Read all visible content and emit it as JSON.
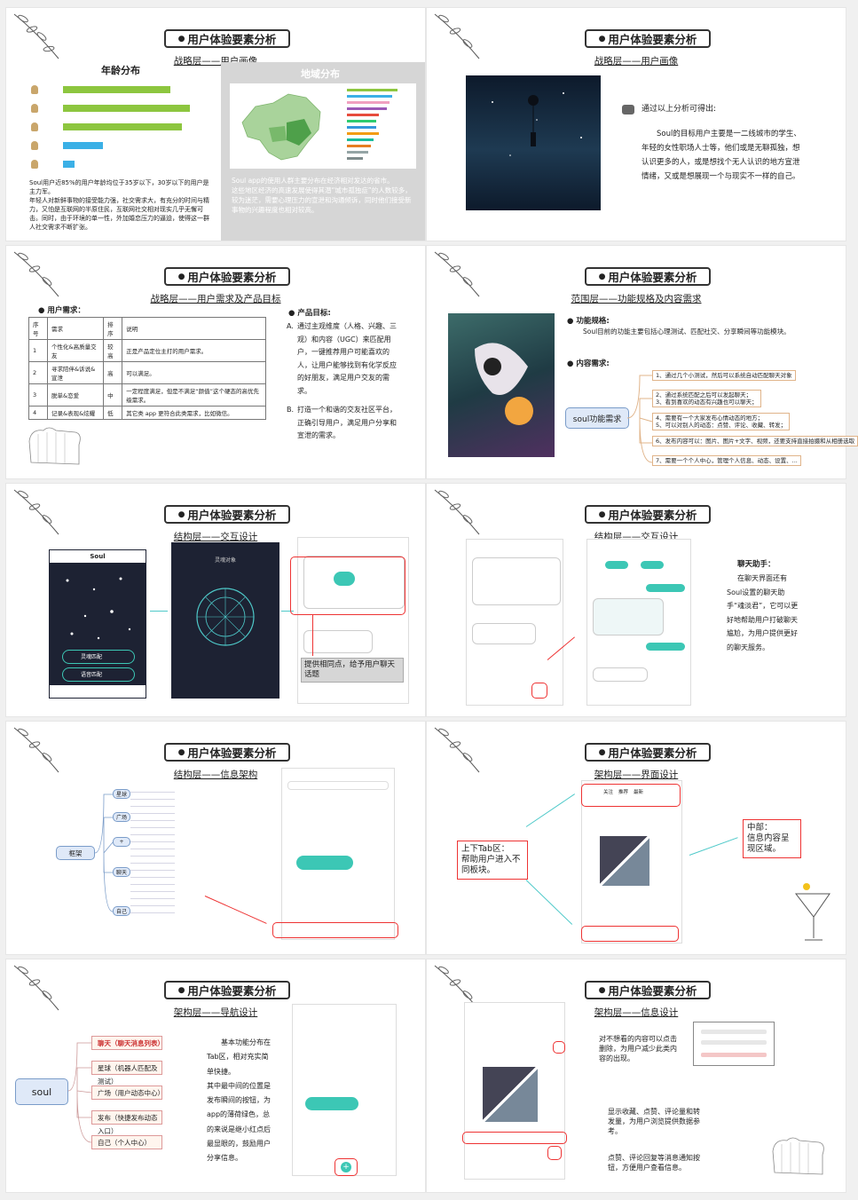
{
  "header_title": "用户体验要素分析",
  "s1": {
    "subtitle": "战略层——用户画像",
    "age_title": "年龄分布",
    "region_title": "地域分布",
    "age_text": "Soul用户近85%的用户年龄均位于35岁以下，30岁以下的用户是主力军。\n年轻人对新鲜事物的接受能力强，社交需求大，有充分的时间与精力，又怕是互联网的半原住民，互联网社交相对现实几乎无懈可击。同时，由于环境的单一性，外加婚恋压力的逼迫，使得这一群人社交需求不断扩张。",
    "region_text": "Soul app的使用人群主要分布在经济相对发达的省市。\n这些地区经济的高速发展使得其潜“城市孤独症”的人数较多，较为迷茫，需要心理压力的宣泄和沟通倾诉，同时他们接受新事物的兴趣程度也相对较高。",
    "age_bars": [
      0.72,
      0.85,
      0.8,
      0.27,
      0.08
    ],
    "region_bars": [
      0.95,
      0.85,
      0.8,
      0.75,
      0.6,
      0.55,
      0.55,
      0.6,
      0.5,
      0.45,
      0.4,
      0.3
    ],
    "age_color": "#8dc63f",
    "age_color2": "#3bb0e6"
  },
  "s2": {
    "subtitle": "战略层——用户画像",
    "intro": "通过以上分析可得出:",
    "body": "Soul的目标用户主要是一二线城市的学生、年轻的女性职场人士等，他们或是无聊孤独，想认识更多的人，或是想找个无人认识的地方宣泄情绪，又或是想展现一个与现实不一样的自己。"
  },
  "s3": {
    "subtitle": "战略层——用户需求及产品目标",
    "need_label": "用户需求：",
    "table_headers": [
      "序号",
      "需求",
      "排序",
      "说明"
    ],
    "table_rows": [
      [
        "1",
        "个性化&高质量交友",
        "较高",
        "正是产品定位主打的用户需求。"
      ],
      [
        "2",
        "寻求陪伴&诉说&宣泄",
        "高",
        "可以满足。"
      ],
      [
        "3",
        "脱单&恋爱",
        "中",
        "一定程度满足，但是不满足“颜值”这个硬态的高优先级需求。"
      ],
      [
        "4",
        "记录&表现&炫耀",
        "低",
        "其它类 app 更符合此类需求，比如微信。"
      ]
    ],
    "goal_label": "产品目标:",
    "goal_a": "通过主观维度（人格、兴趣、三观）和内容（UGC）来匹配用户，一键推荐用户可能喜欢的人，让用户能够找到有化学反应的好朋友，满足用户交友的需求。",
    "goal_b": "打造一个和谐的交友社区平台，正确引导用户，满足用户分享和宣泄的需求。",
    "goal_a_prefix": "A.",
    "goal_b_prefix": "B."
  },
  "s4": {
    "subtitle": "范围层——功能规格及内容需求",
    "func_label": "功能规格:",
    "func_text": "Soul目前的功能主要包括心理测试、匹配社交、分享瞬间等功能模块。",
    "content_label": "内容需求:",
    "center_node": "soul功能需求",
    "leaves": [
      "1、通过几个小测试，然后可以系统自动匹配聊天对象",
      "2、通过系统匹配之后可以发起聊天；\n3、看到喜欢的动态有兴趣也可以聊天；",
      "4、需要有一个大家发布心情动态的地方；\n5、可以对别人的动态：点赞、评论、收藏、转发；",
      "6、发布内容可以：图片、图片+文字、视频，还要支持直接拍摄和从相册选取",
      "7、需要一个个人中心，管理个人信息、动态、设置、..."
    ]
  },
  "s5": {
    "subtitle": "结构层——交互设计",
    "callout": "提供相同点，给予用户聊天话题",
    "phone_title": "Soul",
    "phone_sub": "灵魂对象",
    "btn1": "灵魂匹配",
    "btn2": "语音匹配"
  },
  "s6": {
    "subtitle": "结构层——交互设计",
    "helper_title": "聊天助手：",
    "helper_text": "在聊天界面还有Soul设置的聊天助手“魂淡君”，它可以更好地帮助用户打破聊天尴尬，为用户提供更好的聊天服务。"
  },
  "s7": {
    "subtitle": "结构层——信息架构",
    "root": "框架",
    "branches": [
      "星球",
      "广场",
      "+",
      "聊天",
      "自己"
    ]
  },
  "s8": {
    "subtitle": "架构层——界面设计",
    "left_note": "上下Tab区：\n帮助用户进入不同板块。",
    "right_note": "中部：\n信息内容呈现区域。",
    "tabs": [
      "关注",
      "推荐",
      "最新"
    ]
  },
  "s9": {
    "subtitle": "架构层——导航设计",
    "root": "soul",
    "items": [
      "聊天（聊天消息列表）",
      "星球（机器人匹配及测试）",
      "广场（用户动态中心）",
      "发布（快捷发布动态入口）",
      "自己（个人中心）"
    ],
    "text": "基本功能分布在Tab区，相对充实简单快捷。\n其中最中间的位置是发布瞬间的按钮，为app的薄荷绿色，总的来说是继小红点后最显眼的，鼓励用户分享信息。"
  },
  "s10": {
    "subtitle": "架构层——信息设计",
    "note1": "对不想看的内容可以点击删除，为用户减少此类内容的出现。",
    "note2": "显示收藏、点赞、评论量和转发量，为用户浏览提供数据参考。",
    "note3": "点赞、评论回复等消息通知按钮，方便用户查看信息。"
  }
}
